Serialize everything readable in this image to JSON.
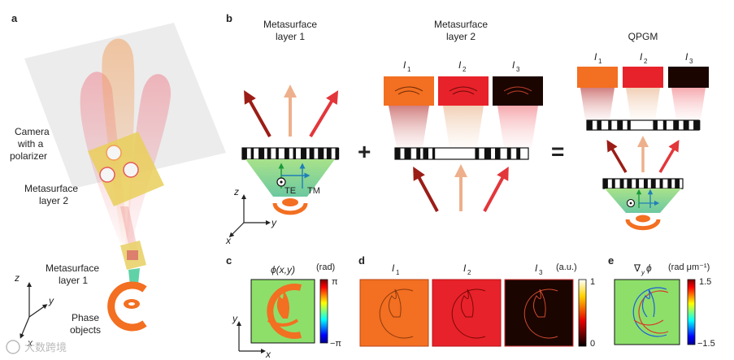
{
  "panels": {
    "a": {
      "letter": "a",
      "camera_label": [
        "Camera",
        "with a",
        "polarizer"
      ],
      "layer2_label": [
        "Metasurface",
        "layer 2"
      ],
      "layer1_label": [
        "Metasurface",
        "layer 1"
      ],
      "phase_label": [
        "Phase",
        "objects"
      ],
      "axes": {
        "z": "z",
        "y": "y",
        "x": "x"
      }
    },
    "b": {
      "letter": "b",
      "layer1_title": [
        "Metasurface",
        "layer 1"
      ],
      "layer2_title": [
        "Metasurface",
        "layer 2"
      ],
      "qpgm_title": "QPGM",
      "plus": "+",
      "equals": "=",
      "te": "TE",
      "tm": "TM",
      "intensity_labels": [
        {
          "base": "I",
          "sub": "1"
        },
        {
          "base": "I",
          "sub": "2"
        },
        {
          "base": "I",
          "sub": "3"
        }
      ],
      "axes": {
        "z": "z",
        "y": "y",
        "x": "x"
      }
    },
    "c": {
      "letter": "c",
      "title": "ϕ(x,y)",
      "unit": "(rad)",
      "scale_max": "π",
      "scale_min": "−π",
      "axes": {
        "y": "y",
        "x": "x"
      }
    },
    "d": {
      "letter": "d",
      "labels": [
        {
          "base": "I",
          "sub": "1"
        },
        {
          "base": "I",
          "sub": "2"
        },
        {
          "base": "I",
          "sub": "3"
        }
      ],
      "unit": "(a.u.)",
      "scale_max": "1",
      "scale_min": "0"
    },
    "e": {
      "letter": "e",
      "title_nabla": "∇",
      "title_sub": "y",
      "title_phi": "ϕ",
      "unit": "(rad μm⁻¹)",
      "scale_max": "1.5",
      "scale_min": "−1.5"
    }
  },
  "watermark": "大数跨境",
  "colors": {
    "orange": "#f36f21",
    "red": "#e8222a",
    "dark": "#1a0500",
    "green_bg": "#8ddf6a",
    "dark_red_arrow": "#9b1d16",
    "peach_arrow": "#eeb08c",
    "bright_red_arrow": "#e3363b",
    "meta_yellow": "#e9cf5a"
  },
  "icons": [
    "camera-plate",
    "metasurface-plate",
    "phase-object-icon",
    "polarization-icon",
    "arrow-icon"
  ]
}
